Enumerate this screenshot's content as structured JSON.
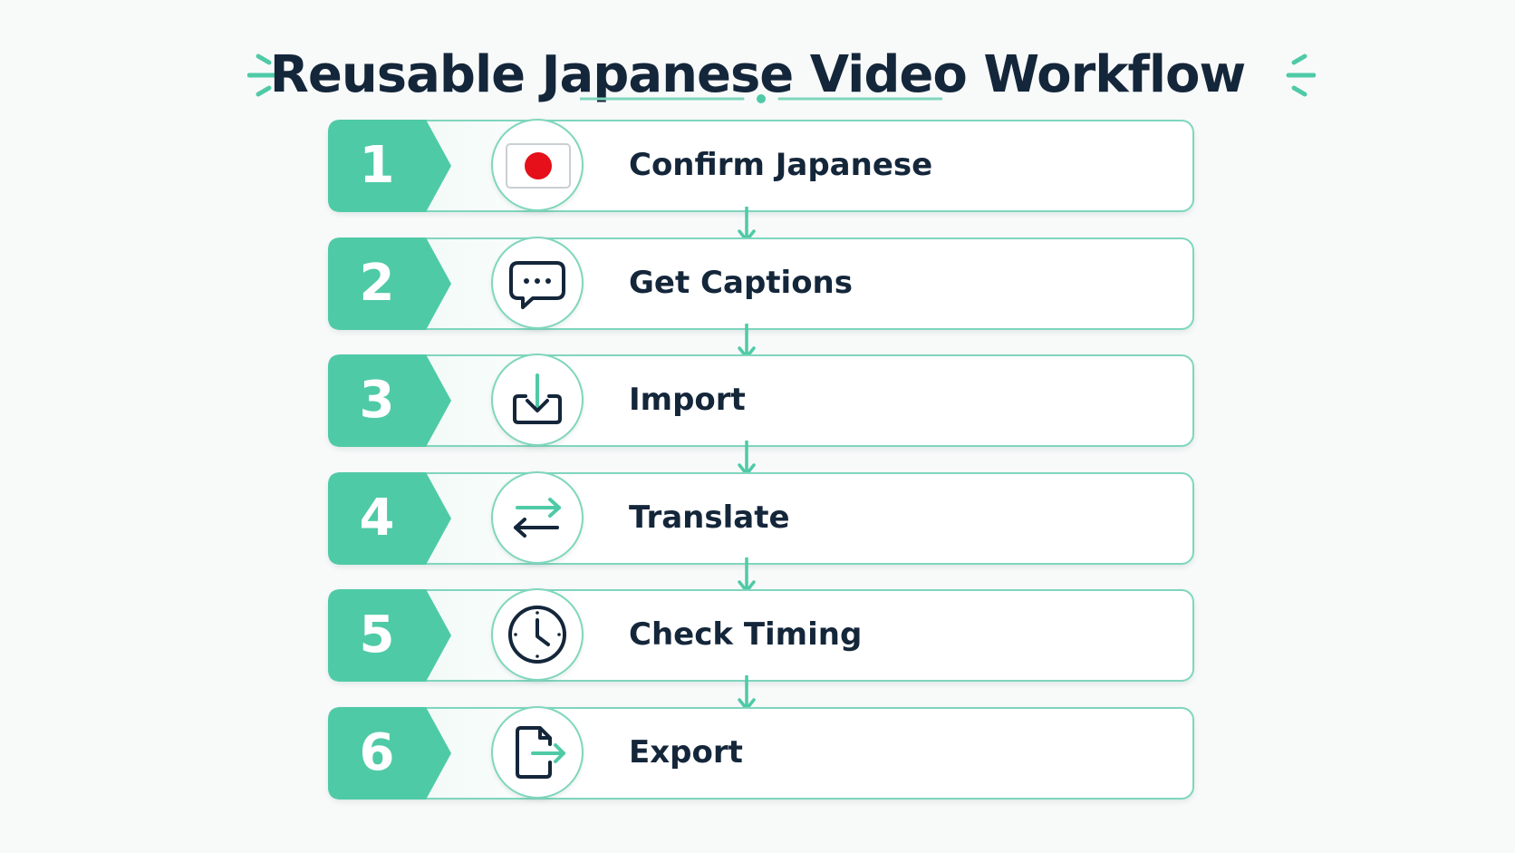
{
  "title": "Reusable Japanese Video Workflow",
  "colors": {
    "accent": "#4fcaa6",
    "accent_border": "#7fd6bd",
    "text": "#14263a",
    "flag_red": "#e5101a"
  },
  "steps": [
    {
      "number": "1",
      "label": "Confirm Japanese",
      "icon": "japan-flag-icon"
    },
    {
      "number": "2",
      "label": "Get Captions",
      "icon": "chat-bubble-icon"
    },
    {
      "number": "3",
      "label": "Import",
      "icon": "import-download-icon"
    },
    {
      "number": "4",
      "label": "Translate",
      "icon": "swap-arrows-icon"
    },
    {
      "number": "5",
      "label": "Check Timing",
      "icon": "clock-icon"
    },
    {
      "number": "6",
      "label": "Export",
      "icon": "file-export-icon"
    }
  ]
}
